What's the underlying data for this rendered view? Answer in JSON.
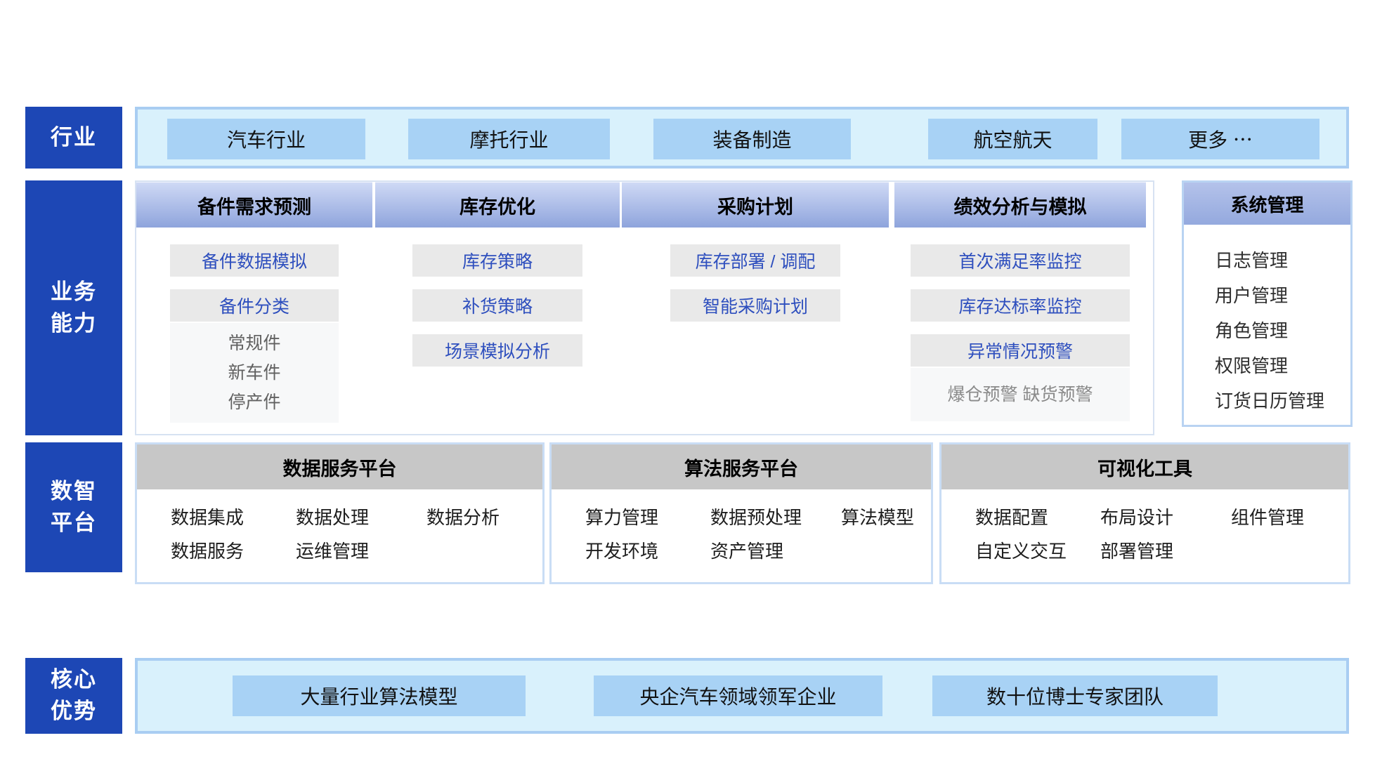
{
  "colors": {
    "sidebar_blue": "#1d47b5",
    "band_fill": "#d9f1fc",
    "band_border": "#a9cdf2",
    "button_blue": "#a8d2f5",
    "column_header_top": "#cfd9f5",
    "column_header_bottom": "#8ea4dc",
    "platform_header_gray": "#c7c7c7",
    "chip_gray": "#e9e9e9",
    "chip_text_blue": "#2e4fbe",
    "sub_text_gray": "#8a8a8a"
  },
  "sidebar": {
    "industry": "行业",
    "business": "业务\n能力",
    "platform": "数智\n平台",
    "advantage": "核心\n优势"
  },
  "industries": [
    "汽车行业",
    "摩托行业",
    "装备制造",
    "航空航天",
    "更多 ⋯"
  ],
  "business": {
    "columns": [
      {
        "title": "备件需求预测",
        "chips": [
          "备件数据模拟",
          "备件分类"
        ],
        "sub_items": [
          "常规件",
          "新车件",
          "停产件"
        ]
      },
      {
        "title": "库存优化",
        "chips": [
          "库存策略",
          "补货策略",
          "场景模拟分析"
        ]
      },
      {
        "title": "采购计划",
        "chips": [
          "库存部署 / 调配",
          "智能采购计划"
        ]
      },
      {
        "title": "绩效分析与模拟",
        "chips": [
          "首次满足率监控",
          "库存达标率监控",
          "异常情况预警"
        ],
        "sub_items": [
          "爆仓预警 缺货预警"
        ]
      }
    ],
    "system": {
      "title": "系统管理",
      "items": [
        "日志管理",
        "用户管理",
        "角色管理",
        "权限管理",
        "订货日历管理"
      ]
    }
  },
  "platforms": [
    {
      "title": "数据服务平台",
      "items": [
        "数据集成",
        "数据处理",
        "数据分析",
        "数据服务",
        "运维管理"
      ]
    },
    {
      "title": "算法服务平台",
      "items": [
        "算力管理",
        "数据预处理",
        "算法模型",
        "开发环境",
        "资产管理"
      ]
    },
    {
      "title": "可视化工具",
      "items": [
        "数据配置",
        "布局设计",
        "组件管理",
        "自定义交互",
        "部署管理"
      ]
    }
  ],
  "advantages": [
    "大量行业算法模型",
    "央企汽车领域领军企业",
    "数十位博士专家团队"
  ]
}
